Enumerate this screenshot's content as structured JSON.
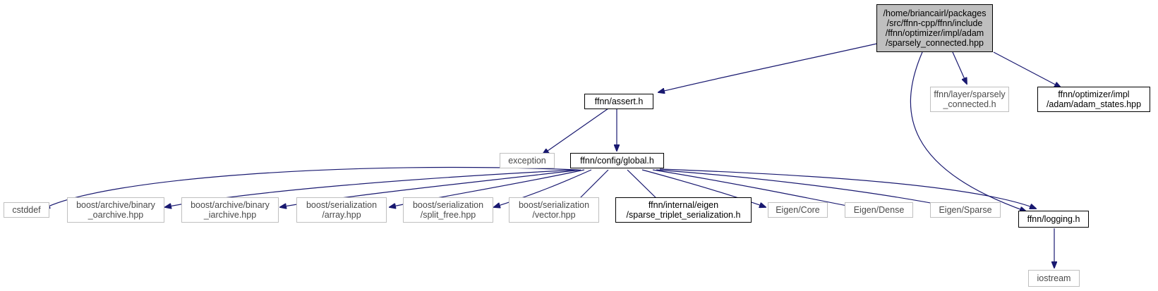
{
  "graph": {
    "edge_color": "#191970",
    "nodes": {
      "root": "/home/briancairl/packages\n/src/ffnn-cpp/ffnn/include\n/ffnn/optimizer/impl/adam\n/sparsely_connected.hpp",
      "assert_h": "ffnn/assert.h",
      "layer_sparse": "ffnn/layer/sparsely\n_connected.h",
      "adam_states": "ffnn/optimizer/impl\n/adam/adam_states.hpp",
      "exception": "exception",
      "global_h": "ffnn/config/global.h",
      "cstddef": "cstddef",
      "boost_bin_oarchive": "boost/archive/binary\n_oarchive.hpp",
      "boost_bin_iarchive": "boost/archive/binary\n_iarchive.hpp",
      "boost_ser_array": "boost/serialization\n/array.hpp",
      "boost_ser_split": "boost/serialization\n/split_free.hpp",
      "boost_ser_vector": "boost/serialization\n/vector.hpp",
      "eigen_triplet": "ffnn/internal/eigen\n/sparse_triplet_serialization.h",
      "eigen_core": "Eigen/Core",
      "eigen_dense": "Eigen/Dense",
      "eigen_sparse": "Eigen/Sparse",
      "logging_h": "ffnn/logging.h",
      "iostream": "iostream"
    }
  }
}
